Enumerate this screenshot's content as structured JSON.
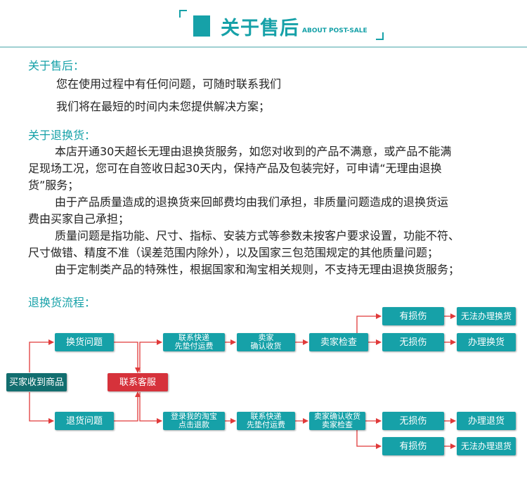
{
  "header": {
    "title": "关于售后",
    "subtitle": "ABOUT POST-SALE"
  },
  "after_sale": {
    "title": "关于售后：",
    "lines": [
      "您在使用过程中有任何问题，可随时联系我们",
      "我们将在最短的时间内未您提供解决方案；"
    ]
  },
  "returns": {
    "title": "关于退换货：",
    "lines": [
      "本店开通30天超长无理由退换货服务，如您对收到的产品不满意，或产品不能满",
      "足现场工况，您可在自签收日起30天内，保持产品及包装完好，可申请“无理由退换",
      "货”服务；",
      "由于产品质量造成的退换货来回邮费均由我们承担，非质量问题造成的退换货运",
      "费由买家自己承担；",
      "质量问题是指功能、尺寸、指标、安装方式等参数未按客户要求设置，功能不符、",
      "尺寸做错、精度不准（误差范围内除外），以及国家三包范围规定的其他质量问题；",
      "由于定制类产品的特殊性，根据国家和淘宝相关规则，不支持无理由退换货服务；"
    ]
  },
  "flow": {
    "title": "退换货流程：",
    "start": "买家收到商品",
    "exchange": "换货问题",
    "return": "退货问题",
    "contact": "联系客服",
    "ex_ship": [
      "联系快递",
      "先垫付运费"
    ],
    "ex_seller": [
      "卖家",
      "确认收货"
    ],
    "ex_check": "卖家检查",
    "ex_damaged": "有损伤",
    "ex_undamaged": "无损伤",
    "ex_no": "无法办理换货",
    "ex_yes": "办理换货",
    "re_login": [
      "登录我的淘宝",
      "点击退款"
    ],
    "re_ship": [
      "联系快递",
      "先垫付运费"
    ],
    "re_seller": [
      "卖家确认收货",
      "卖家检查"
    ],
    "re_undamaged": "无损伤",
    "re_damaged": "有损伤",
    "re_yes": "办理退货",
    "re_no": "无法办理退货"
  }
}
